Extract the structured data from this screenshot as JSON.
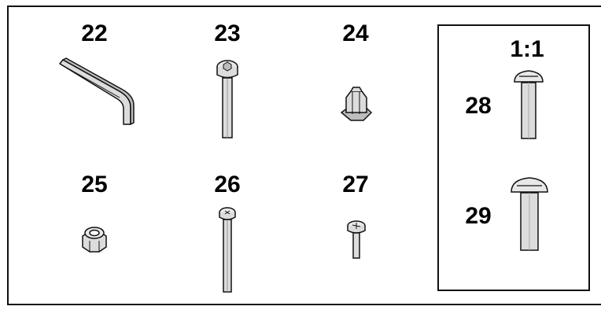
{
  "parts": [
    {
      "id": "22",
      "name": "hex-key"
    },
    {
      "id": "23",
      "name": "hex-socket-bolt"
    },
    {
      "id": "24",
      "name": "tube-insert-cap"
    },
    {
      "id": "25",
      "name": "lock-nut"
    },
    {
      "id": "26",
      "name": "long-bolt"
    },
    {
      "id": "27",
      "name": "short-screw"
    },
    {
      "id": "28",
      "name": "pan-head-screw-small"
    },
    {
      "id": "29",
      "name": "pan-head-screw-large"
    }
  ],
  "scale_label": "1:1",
  "colors": {
    "line": "#111111",
    "fill": "#dcdcdc",
    "shade": "#bdbdbd"
  }
}
